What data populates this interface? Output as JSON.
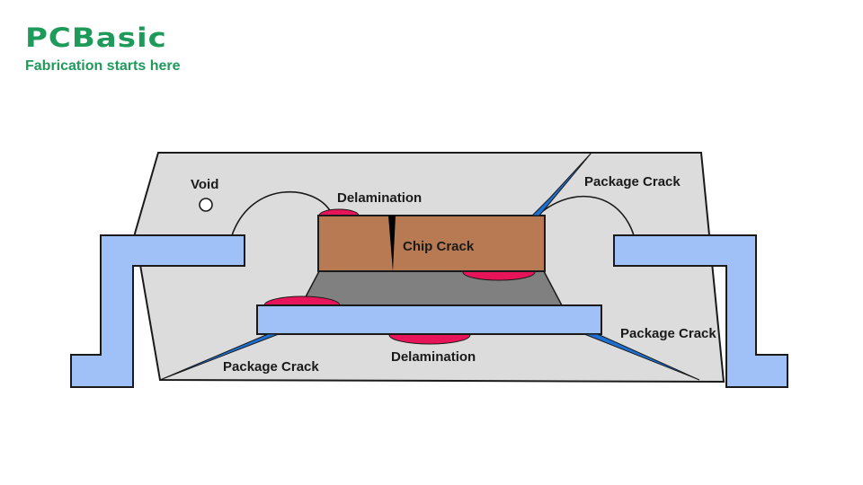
{
  "brand": {
    "name": "PCBasic",
    "tagline": "Fabrication starts here",
    "color": "#1e9a5a"
  },
  "diagram": {
    "title": "IC package failure modes cross-section",
    "colors": {
      "mold": "#dcdcdc",
      "lead": "#a0c0f8",
      "die": "#b87a52",
      "die_attach": "#808080",
      "delamination": "#e8145a",
      "crack": "#1e6fd0",
      "outline": "#1a1a1a"
    },
    "labels": {
      "void": "Void",
      "delamination_top": "Delamination",
      "chip_crack": "Chip Crack",
      "package_crack_top_right": "Package Crack",
      "package_crack_right": "Package Crack",
      "package_crack_left": "Package Crack",
      "delamination_bottom": "Delamination"
    }
  }
}
